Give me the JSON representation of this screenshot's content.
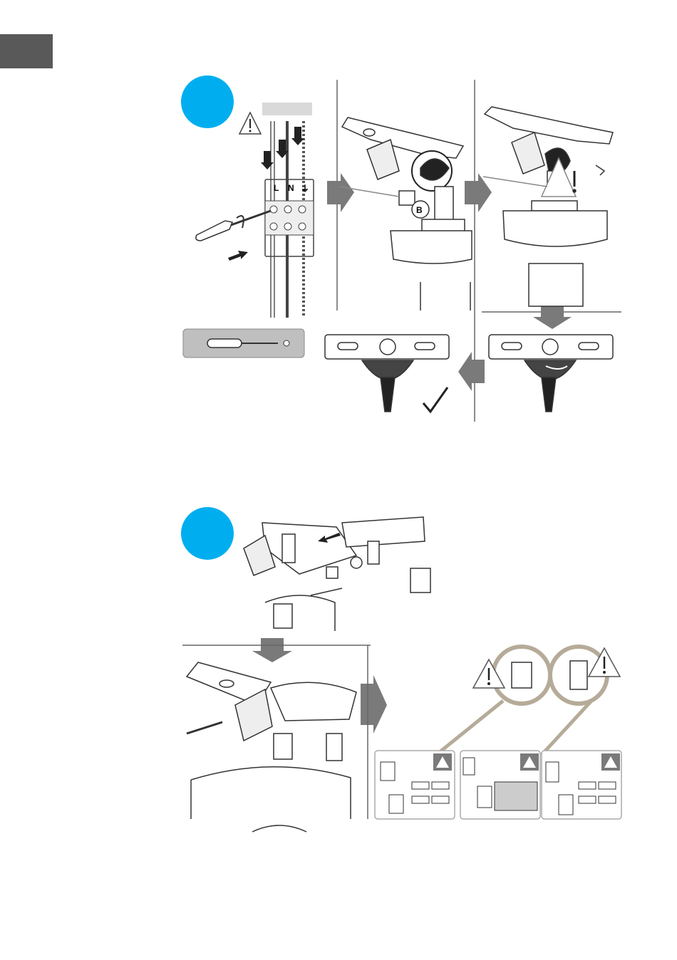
{
  "page": {
    "accent_color": "#00aeef",
    "tab_color": "#595959",
    "arrow_color": "#7a7a7a",
    "cable_loop_color": "#b5ab98"
  },
  "step1": {
    "terminal_labels": [
      "L",
      "N"
    ],
    "earth_symbol": "⏚",
    "callout_label": "B",
    "checkmark": "✓"
  },
  "icons": {
    "warning": "warning-triangle-icon",
    "screwdriver": "screwdriver-icon",
    "push_arrow": "arrow-icon"
  }
}
